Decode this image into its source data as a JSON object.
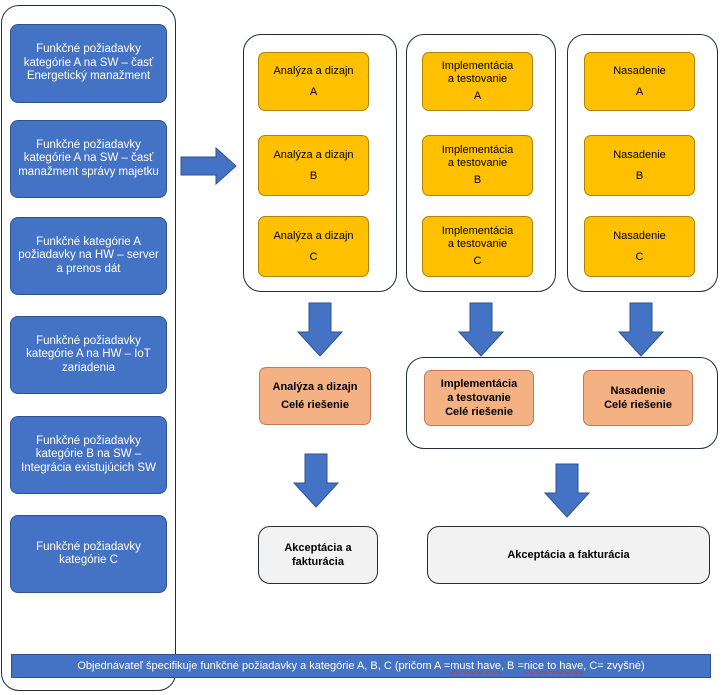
{
  "requirements": [
    "Funkčné požiadavky kategórie A na SW – časť Energetický manažment",
    "Funkčné požiadavky kategórie A na SW – časť manažment správy majetku",
    "Funkčné kategórie A požiadavky na HW – server a prenos dát",
    "Funkčné požiadavky kategórie A na HW – IoT zariadenia",
    "Funkčné požiadavky kategórie B na SW – Integrácia existujúcich SW",
    "Funkčné požiadavky kategórie C"
  ],
  "analysis_col": [
    {
      "line1": "Analýza a dizajn",
      "line2": "",
      "letter": "A"
    },
    {
      "line1": "Analýza a dizajn",
      "line2": "",
      "letter": "B"
    },
    {
      "line1": "Analýza a dizajn",
      "line2": "",
      "letter": "C"
    }
  ],
  "impl_col": [
    {
      "line1": "Implementácia",
      "line2": "a testovanie",
      "letter": "A"
    },
    {
      "line1": "Implementácia",
      "line2": "a testovanie",
      "letter": "B"
    },
    {
      "line1": "Implementácia",
      "line2": "a testovanie",
      "letter": "C"
    }
  ],
  "deploy_col": [
    {
      "line1": "Nasadenie",
      "line2": "",
      "letter": "A"
    },
    {
      "line1": "Nasadenie",
      "line2": "",
      "letter": "B"
    },
    {
      "line1": "Nasadenie",
      "line2": "",
      "letter": "C"
    }
  ],
  "whole": {
    "analysis": {
      "line1": "Analýza a dizajn",
      "line2": "Celé riešenie"
    },
    "impl": {
      "line1": "Implementácia",
      "line2": "a testovanie",
      "line3": "Celé riešenie"
    },
    "deploy": {
      "line1": "Nasadenie",
      "line2": "Celé riešenie"
    }
  },
  "acceptance": {
    "left": {
      "line1": "Akceptácia a",
      "line2": "fakturácia"
    },
    "right": "Akceptácia a fakturácia"
  },
  "banner": {
    "p1": "Objednávateľ špecifikuje funkčné požiadavky a kategórie A, B, C (pričom A = ",
    "w1": "must have",
    "p2": ", B = ",
    "w2": "nice to have",
    "p3": ", C= zvyšné)"
  },
  "colors": {
    "blue": "#4472c4",
    "yellow": "#ffc000",
    "orange": "#f4b183",
    "grey": "#f2f2f2"
  }
}
